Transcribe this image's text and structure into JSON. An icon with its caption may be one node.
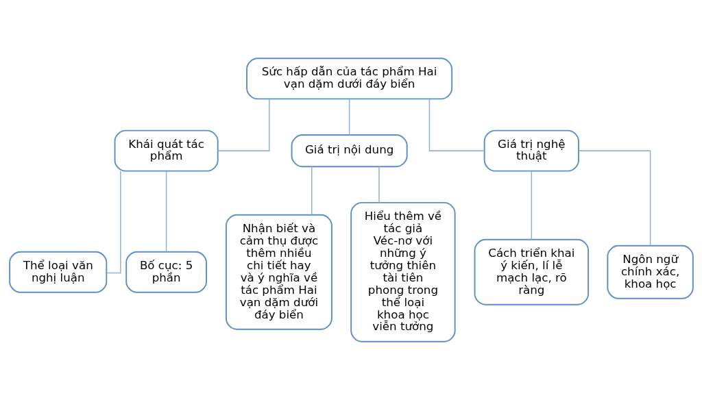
{
  "diagram": {
    "nodes": [
      {
        "text": [
          "Sức hấp dẫn của tác phẩm Hai vạn dặm dưới đáy biển"
        ]
      },
      {
        "text": [
          "Khái quát tác phẩm"
        ]
      },
      {
        "text": [
          "Giá trị nội dung"
        ]
      },
      {
        "text": [
          "Giá trị nghệ thuật"
        ]
      },
      {
        "text": [
          "Thể loại văn nghị luận"
        ]
      },
      {
        "text": [
          "Bố cục: 5 phần"
        ]
      },
      {
        "text": [
          "Nhận biết và cảm thụ được thêm nhiều chi tiết hay và ý nghĩa về tác phẩm Hai vạn dặm dưới đáy biển"
        ]
      },
      {
        "text": [
          "Hiểu thêm về tác giả Véc-nơ với những ý tưởng thiên tài tiên phong trong thể loại khoa học viễn tưởng"
        ]
      },
      {
        "text": [
          "Cách triển khai ý kiến, lí lễ mạch lạc, rõ ràng"
        ]
      },
      {
        "text": [
          "Ngôn ngữ chính xác, khoa học"
        ]
      }
    ],
    "edges": [
      {
        "from": 0,
        "to": 1,
        "arrow": "none"
      },
      {
        "from": 0,
        "to": 2,
        "arrow": "none"
      },
      {
        "from": 0,
        "to": 3,
        "arrow": "none"
      },
      {
        "from": 1,
        "to": 4,
        "arrow": "none"
      },
      {
        "from": 1,
        "to": 5,
        "arrow": "none"
      },
      {
        "from": 2,
        "to": 6,
        "arrow": "none"
      },
      {
        "from": 2,
        "to": 7,
        "arrow": "none"
      },
      {
        "from": 3,
        "to": 8,
        "arrow": "none"
      },
      {
        "from": 3,
        "to": 9,
        "arrow": "none"
      }
    ]
  }
}
